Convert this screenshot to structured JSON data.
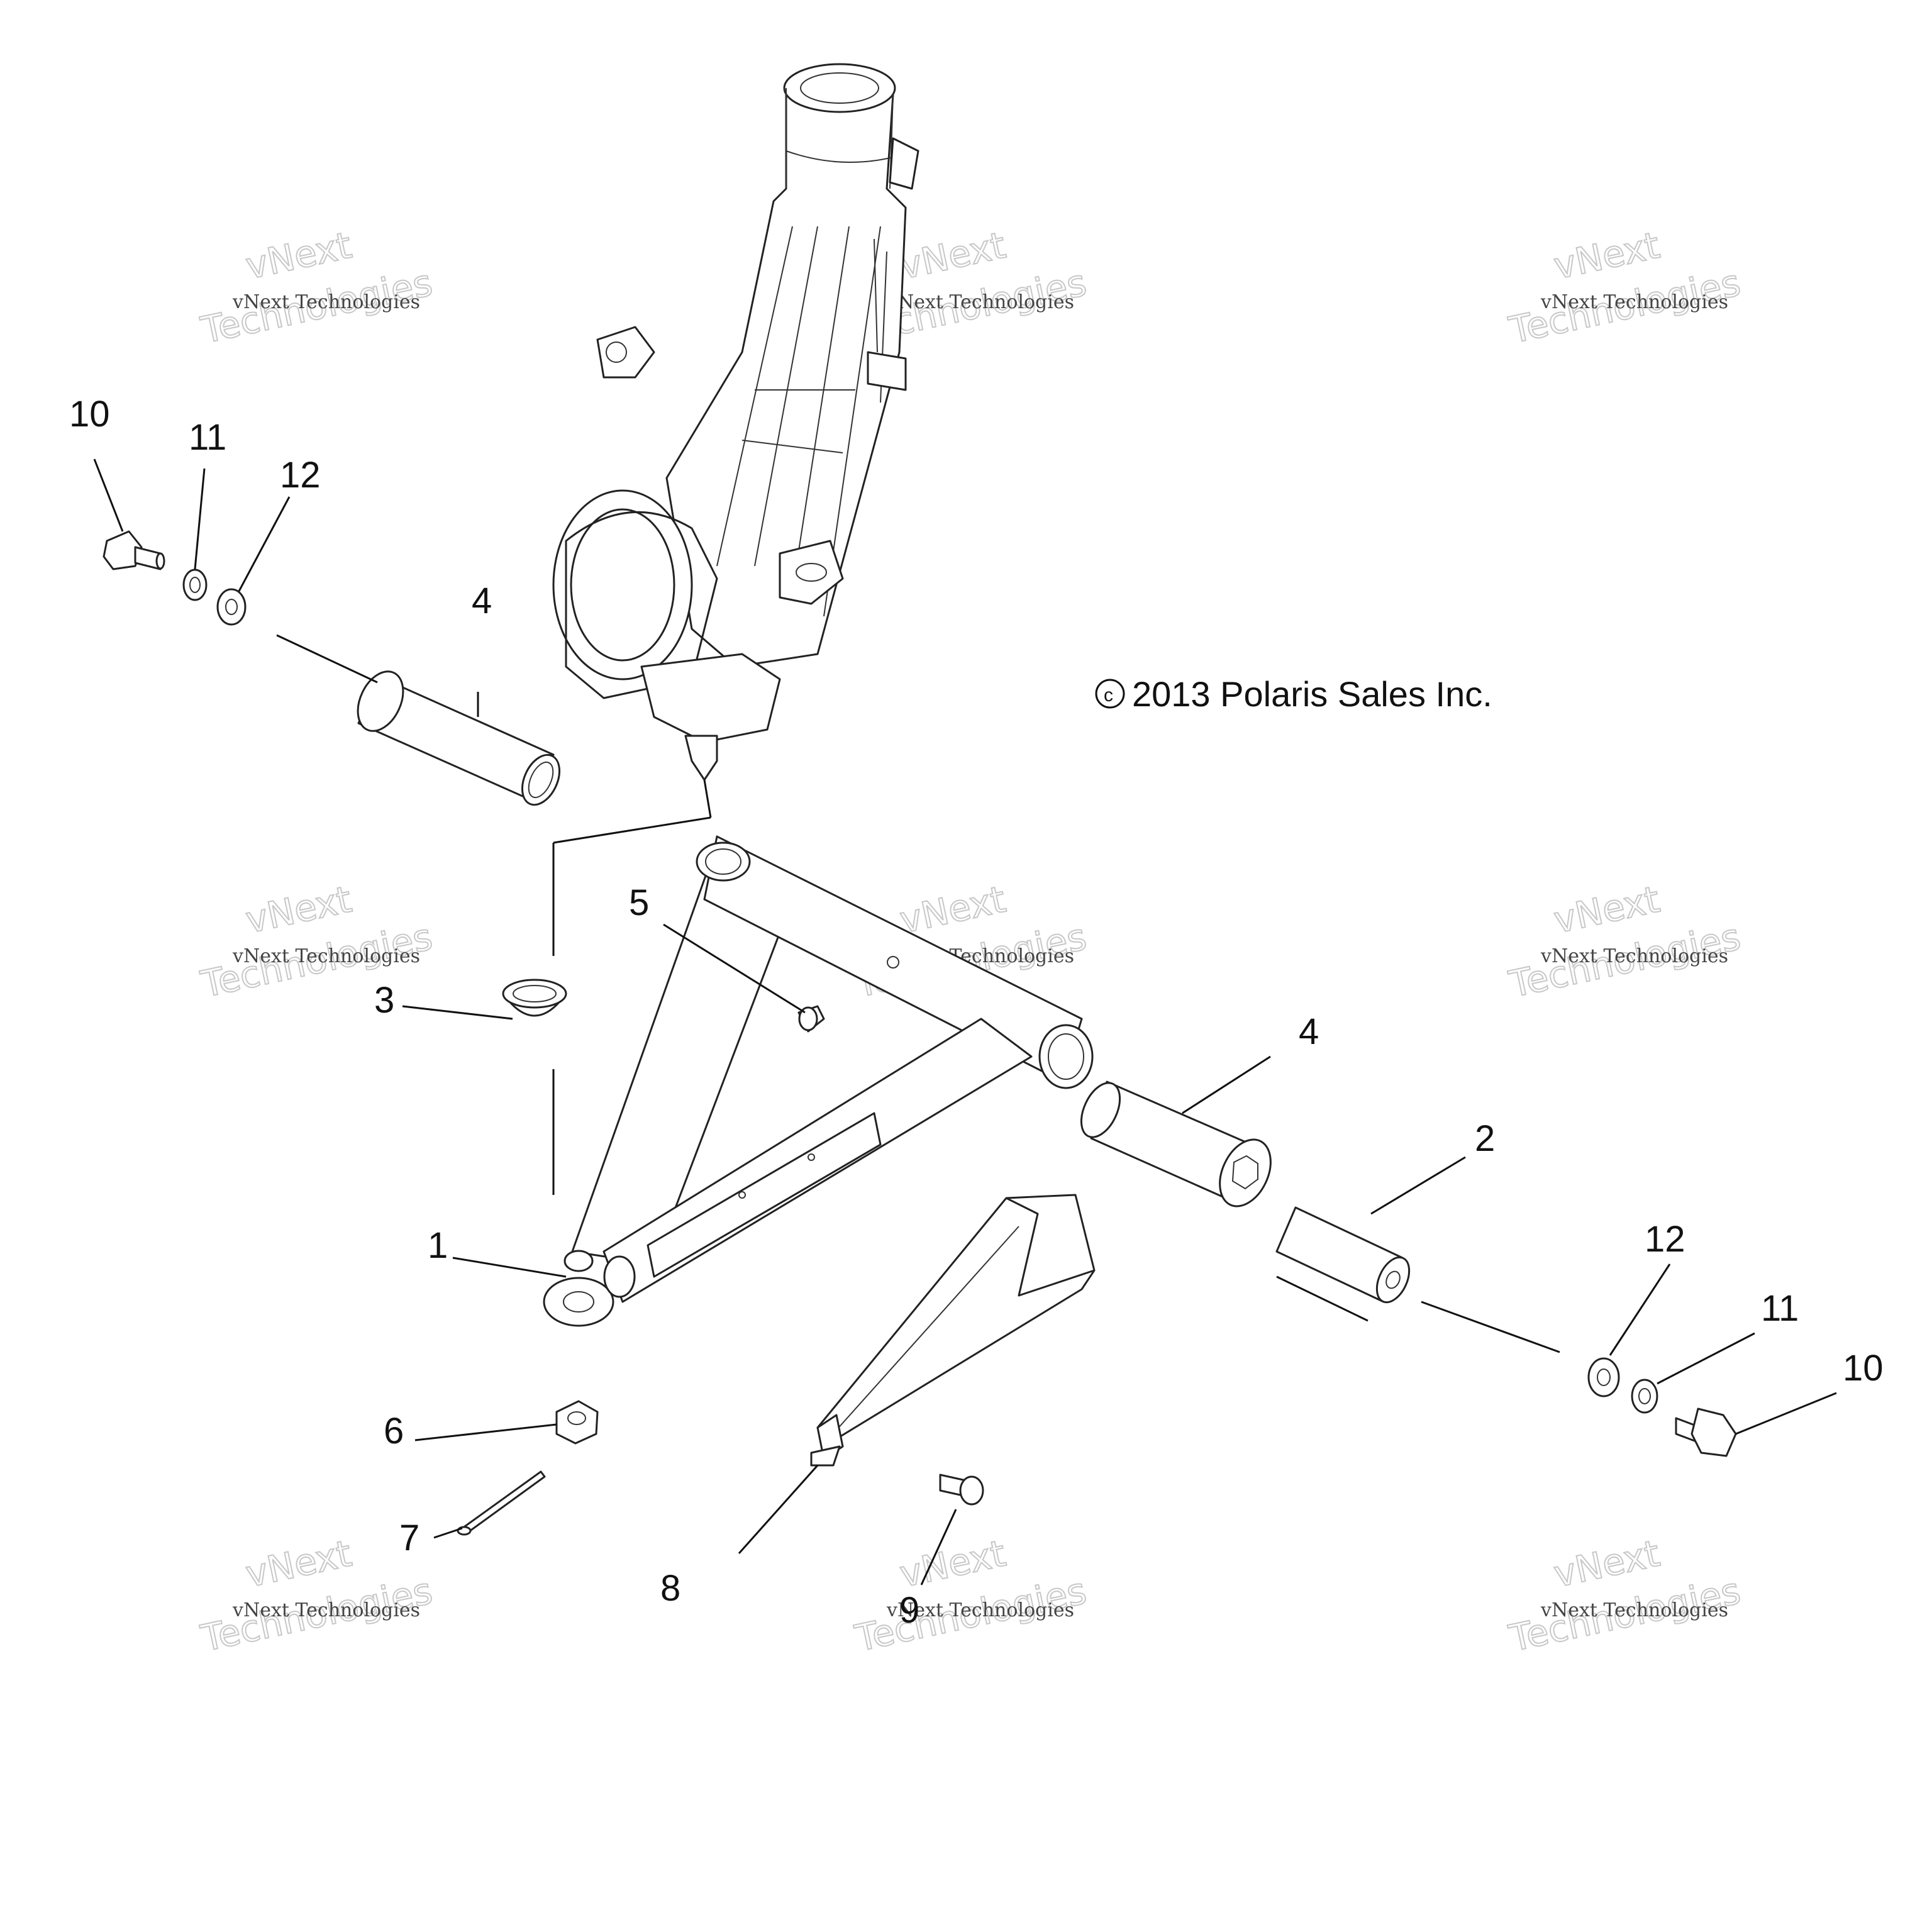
{
  "copyright": "2013 Polaris Sales Inc.",
  "copyright_symbol": "c",
  "watermark": {
    "line1": "vNext Technologies",
    "line2": "vNext",
    "line3": "Technologies"
  },
  "callouts": {
    "c1": "1",
    "c2": "2",
    "c3": "3",
    "c4a": "4",
    "c4b": "4",
    "c5": "5",
    "c6": "6",
    "c7": "7",
    "c8": "8",
    "c9": "9",
    "c10a": "10",
    "c10b": "10",
    "c11a": "11",
    "c11b": "11",
    "c12a": "12",
    "c12b": "12"
  }
}
